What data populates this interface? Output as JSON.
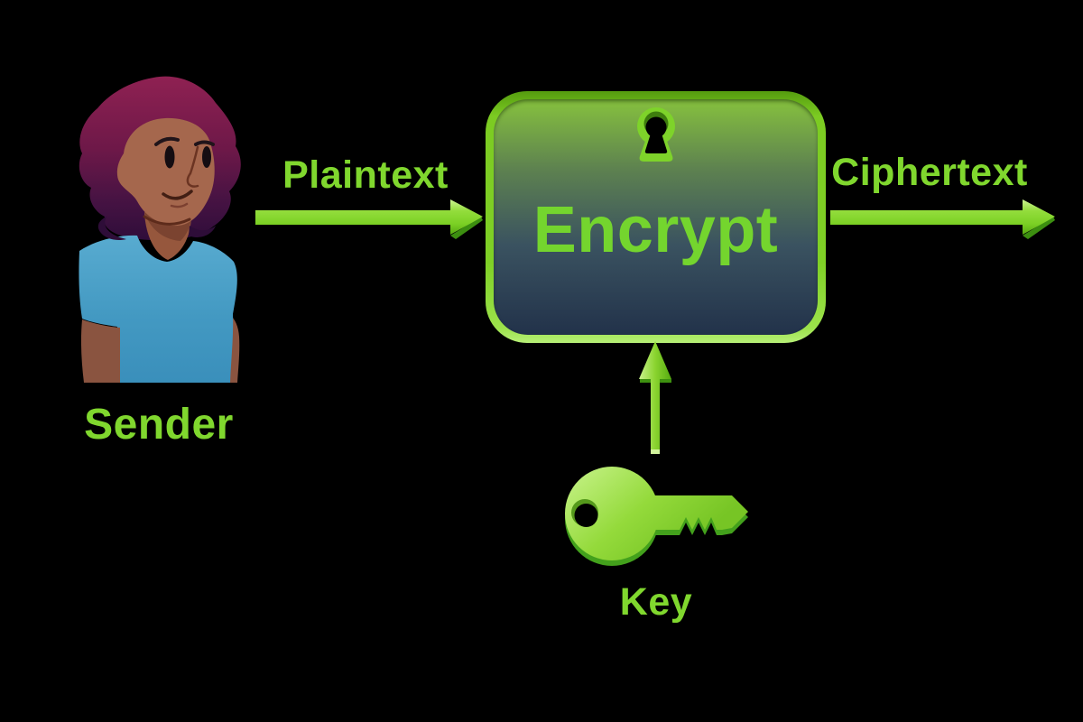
{
  "diagram": {
    "sender": {
      "label": "Sender",
      "icon": "woman-avatar-icon"
    },
    "encrypt_box": {
      "label": "Encrypt",
      "icon": "keyhole-icon"
    },
    "key": {
      "label": "Key",
      "icon": "key-icon"
    },
    "arrows": [
      {
        "label": "Plaintext",
        "direction": "right",
        "from": "sender",
        "to": "encrypt_box"
      },
      {
        "label": "Ciphertext",
        "direction": "right",
        "from": "encrypt_box",
        "to": "edge"
      },
      {
        "label": "",
        "direction": "up",
        "from": "key",
        "to": "encrypt_box"
      }
    ]
  },
  "colors": {
    "bg": "#000000",
    "accent": "#80d72e",
    "arrow-light": "#c9f18c",
    "arrow-dark": "#4b9e0e",
    "box-border": "#7fd026",
    "box-fill-top": "#86c13e",
    "box-fill-bottom": "#22324a",
    "hair": "#7c1b4b",
    "skin": "#a5674d",
    "shirt": "#4aa0c8"
  }
}
